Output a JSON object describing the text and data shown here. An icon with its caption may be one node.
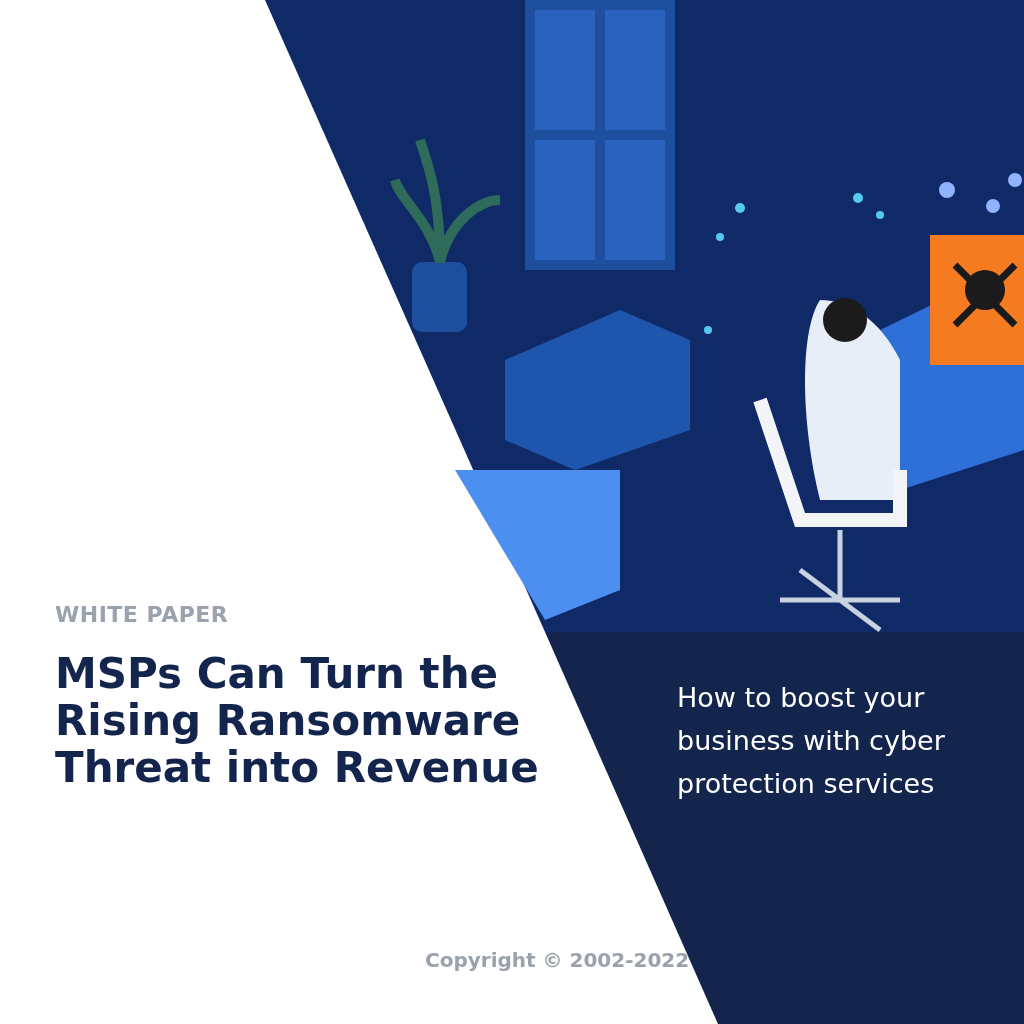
{
  "diagram": {
    "title": "MSPs Can Turn the Rising Ransomware Threat into Revenue",
    "labels": [
      "WHITE PAPER",
      "How to boost your business with cyber protection services",
      "Copyright © 2002-2022"
    ]
  }
}
